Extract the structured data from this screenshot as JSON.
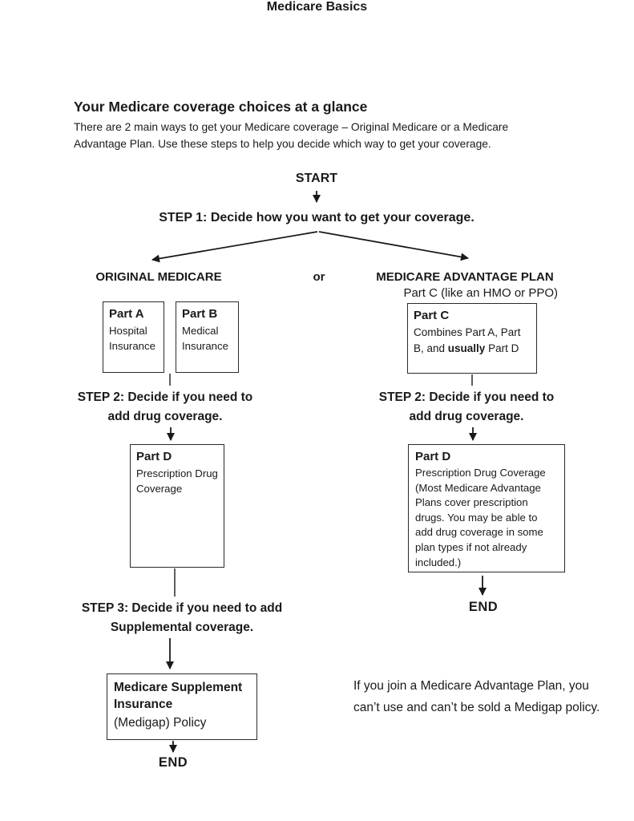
{
  "colors": {
    "background": "#ffffff",
    "text": "#1a1a1a",
    "line": "#1a1a1a",
    "box_border": "#2a2a2a"
  },
  "doc": {
    "title": "Medicare Basics",
    "heading": "Your Medicare coverage choices at a glance",
    "intro": "There are 2 main ways to get your Medicare coverage – Original Medicare or a Medicare Advantage Plan.  Use these steps to help you decide which way to get your coverage.",
    "note": "If you join a Medicare Advantage Plan, you can’t use and can’t be sold a Medigap policy."
  },
  "flow": {
    "start": "START",
    "step1": "STEP 1: Decide how you want to get your coverage.",
    "or": "or",
    "original": {
      "heading": "ORIGINAL MEDICARE",
      "part_a_title": "Part A",
      "part_a_body": "Hospital Insurance",
      "part_b_title": "Part B",
      "part_b_body": "Medical Insurance",
      "step2_line1": "STEP 2: Decide if you need to",
      "step2_line2": "add drug coverage.",
      "part_d_title": "Part D",
      "part_d_body": "Prescription Drug Coverage",
      "step3_line1": "STEP 3: Decide if you need to add",
      "step3_line2": "Supplemental coverage.",
      "supplement_title": "Medicare Supplement Insurance",
      "supplement_body": "(Medigap) Policy",
      "end": "END"
    },
    "advantage": {
      "heading": "MEDICARE ADVANTAGE PLAN",
      "subheading": "Part C (like an HMO or PPO)",
      "part_c_title": "Part C",
      "part_c_body_1": "Combines Part A, Part B, and ",
      "part_c_body_bold": "usually",
      "part_c_body_2": " Part D",
      "step2_line1": "STEP 2: Decide if you need to",
      "step2_line2": "add drug coverage.",
      "part_d_title": "Part D",
      "part_d_body": "Prescription Drug Coverage (Most Medicare Advantage Plans cover prescription drugs. You may be able to add drug coverage in some plan types if not already included.)",
      "end": "END"
    }
  }
}
